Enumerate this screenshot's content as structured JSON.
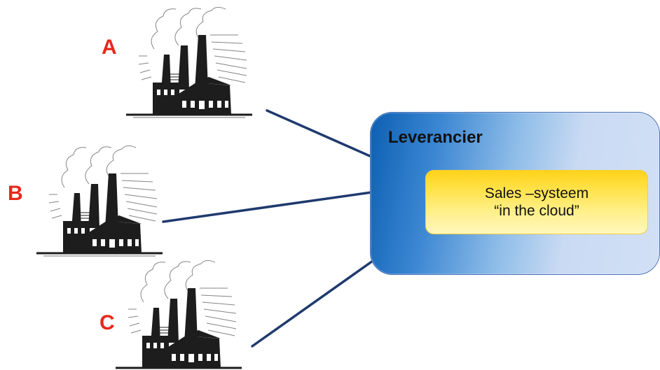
{
  "factories": [
    {
      "label": "A"
    },
    {
      "label": "B"
    },
    {
      "label": "C"
    }
  ],
  "supplier": {
    "title": "Leverancier",
    "system_line1": "Sales –systeem",
    "system_line2": "“in the cloud”"
  },
  "colors": {
    "factory_label": "#e8281b",
    "connector": "#1f3a6e",
    "supplier_dark": "#0d5fb3",
    "supplier_light": "#d2e0f5",
    "system_yellow": "#ffd21a"
  },
  "icons": [
    "factory-icon",
    "factory-icon",
    "factory-icon"
  ]
}
